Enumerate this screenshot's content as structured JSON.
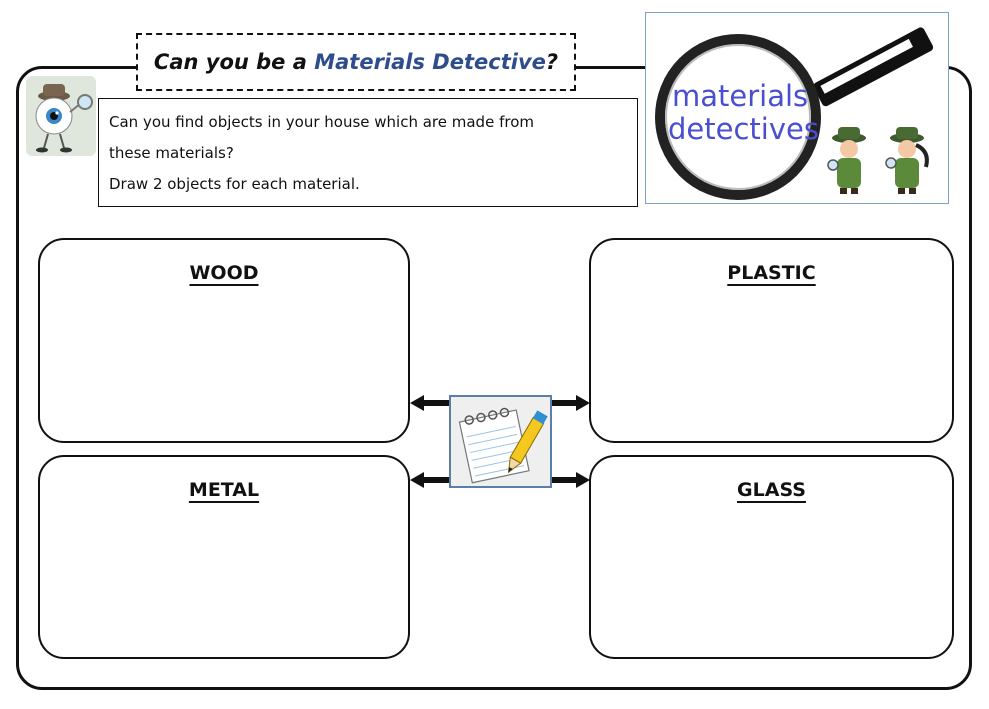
{
  "title": {
    "prefix": "Can you be a ",
    "highlight": "Materials Detective",
    "suffix": "?"
  },
  "instructions": {
    "line1": "Can you find objects in your house which are made from",
    "line2": "these materials?",
    "line3": "Draw 2 objects for each material."
  },
  "logo": {
    "line1": "materials",
    "line2": "detectives"
  },
  "materials": {
    "wood": "WOOD",
    "plastic": "PLASTIC",
    "metal": "METAL",
    "glass": "GLASS"
  },
  "colors": {
    "title_highlight": "#2f4d8c",
    "logo_text": "#4a4fd0",
    "detective_coat": "#5a8a3a"
  },
  "icons": {
    "detective": "eyeball-detective-icon",
    "center": "notepad-pencil-icon"
  }
}
